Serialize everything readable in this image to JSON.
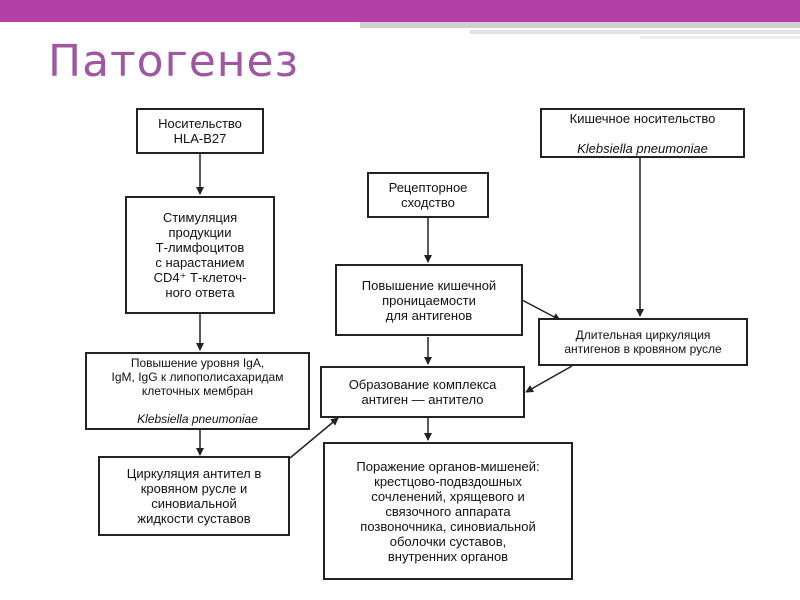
{
  "header": {
    "title": "Патогенез"
  },
  "diagram": {
    "boxes": {
      "hla": {
        "text": "Носительство\nHLA-B27"
      },
      "stim": {
        "text": "Стимуляция\nпродукции\nТ-лимфоцитов\nс нарастанием\nCD4⁺ Т-клеточ-\nного ответа"
      },
      "igA": {
        "text": "Повышение уровня IgA,\nIgM, IgG к липополисахаридам\nклеточных мембран",
        "italic": "Klebsiella pneumoniae"
      },
      "circ_ab": {
        "text": "Циркуляция антител в\nкровяном русле и\nсиновиальной\nжидкости суставов"
      },
      "receptor": {
        "text": "Рецепторное\nсходство"
      },
      "permeab": {
        "text": "Повышение кишечной\nпроницаемости\nдля антигенов"
      },
      "complex": {
        "text": "Образование комплекса\nантиген — антитело"
      },
      "damage": {
        "text": "Поражение органов-мишеней:\nкрестцово-подвздошных\nсочленений, хрящевого и\nсвязочного аппарата\nпозвоночника, синовиальной\nоболочки суставов,\nвнутренних органов"
      },
      "intestinal": {
        "text": "Кишечное носительство",
        "italic": "Klebsiella pneumoniae"
      },
      "long_circ": {
        "text": "Длительная циркуляция\nантигенов в кровяном русле"
      }
    }
  }
}
